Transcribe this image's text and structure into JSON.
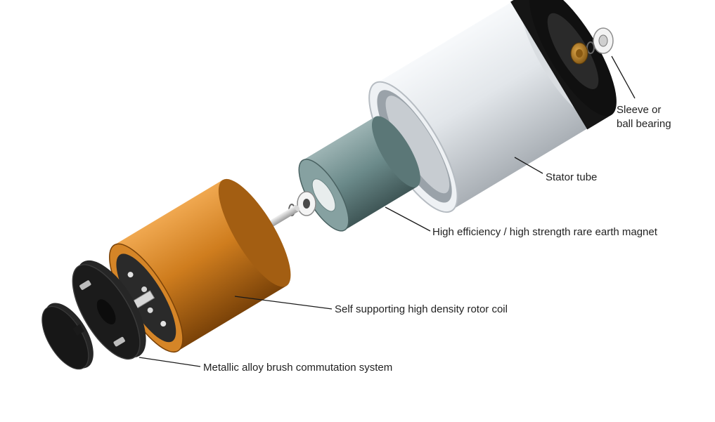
{
  "labels": {
    "bearing_line1": "Sleeve or",
    "bearing_line2": "ball bearing",
    "stator": "Stator tube",
    "magnet": "High efficiency / high strength rare earth magnet",
    "rotor": "Self supporting high density rotor coil",
    "commutation": "Metallic alloy brush commutation system"
  },
  "colors": {
    "background": "#ffffff",
    "stator_silver": "#e4e8ec",
    "stator_black_ring": "#151515",
    "magnet_teal": "#6f8f8f",
    "rotor_copper": "#c97a1c",
    "bearing_bronze": "#b07a2a",
    "bearing_white": "#f0f0f0",
    "brush_disc_black": "#1c1c1c",
    "text": "#222222"
  }
}
